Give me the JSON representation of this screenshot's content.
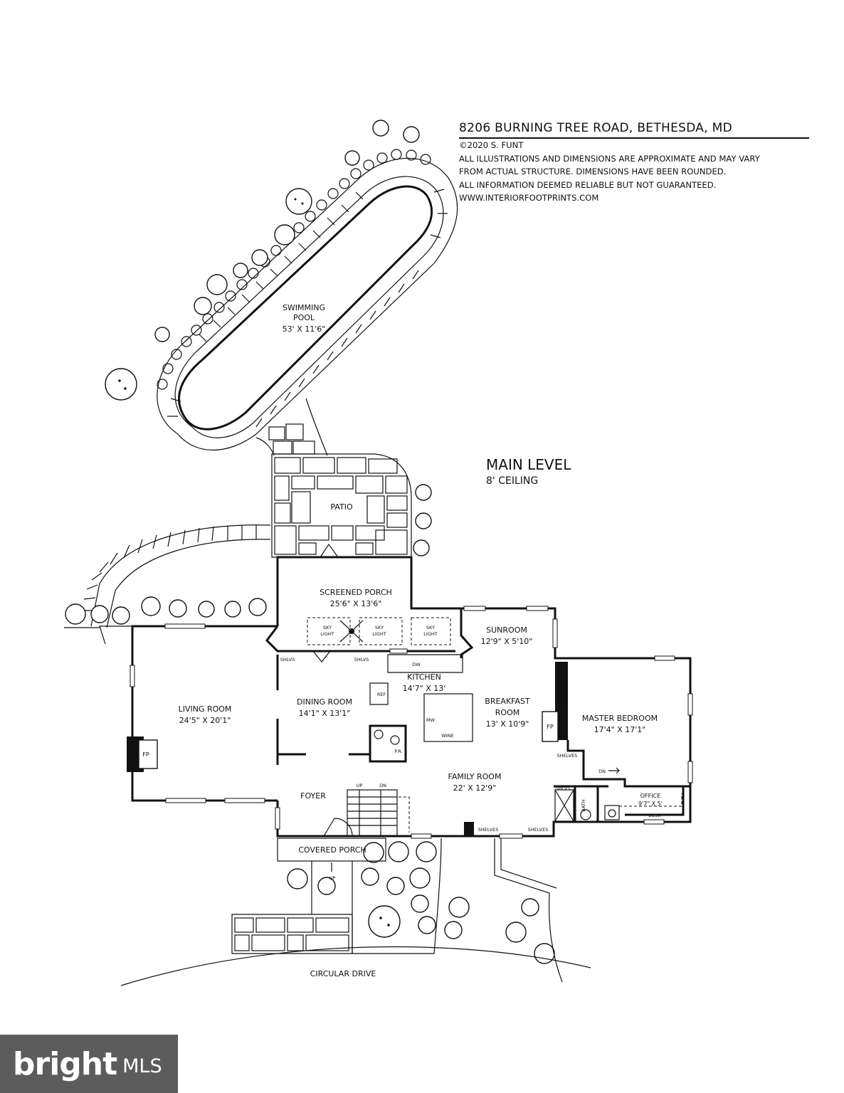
{
  "header": {
    "address": "8206 BURNING TREE ROAD, BETHESDA, MD",
    "lines": [
      "©2020 S. FUNT",
      "ALL ILLUSTRATIONS AND DIMENSIONS ARE APPROXIMATE AND MAY VARY",
      "FROM ACTUAL STRUCTURE. DIMENSIONS HAVE BEEN ROUNDED.",
      "ALL INFORMATION DEEMED RELIABLE BUT NOT GUARANTEED.",
      "WWW.INTERIORFOOTPRINTS.COM"
    ]
  },
  "level": {
    "title": "MAIN LEVEL",
    "ceiling": "8' CEILING"
  },
  "rooms": {
    "pool": {
      "name1": "SWIMMING",
      "name2": "POOL",
      "dims": "53' X 11'6\""
    },
    "patio": {
      "name": "PATIO"
    },
    "screened_porch": {
      "name": "SCREENED PORCH",
      "dims": "25'6\" X 13'6\""
    },
    "sunroom": {
      "name": "SUNROOM",
      "dims": "12'9\" X 5'10\""
    },
    "living_room": {
      "name": "LIVING ROOM",
      "dims": "24'5\" X 20'1\""
    },
    "dining_room": {
      "name": "DINING ROOM",
      "dims": "14'1\" X 13'1\""
    },
    "kitchen": {
      "name": "KITCHEN",
      "dims": "14'7\" X 13'"
    },
    "breakfast_room": {
      "name1": "BREAKFAST",
      "name2": "ROOM",
      "dims": "13' X 10'9\""
    },
    "master_bedroom": {
      "name": "MASTER BEDROOM",
      "dims": "17'4\" X 17'1\""
    },
    "family_room": {
      "name": "FAMILY ROOM",
      "dims": "22' X 12'9\""
    },
    "foyer": {
      "name": "FOYER"
    },
    "office": {
      "name": "OFFICE",
      "dims": "9'7\" X 5'"
    },
    "covered_porch": {
      "name": "COVERED PORCH"
    },
    "circular_drive": {
      "name": "CIRCULAR DRIVE"
    }
  },
  "fixtures": {
    "sky_light_word1": "SKY",
    "sky_light_word2": "LIGHT",
    "shlvs": "SHLVS",
    "shelves": "SHELVES",
    "fp": "FP",
    "ref": "REF",
    "dw": "DW",
    "mw": "MW",
    "wine": "WINE",
    "pr": "P.R.",
    "bath": "BATH",
    "desk": "DESK",
    "up": "UP",
    "dn": "DN"
  },
  "watermark": {
    "brand": "bright",
    "suffix": "MLS"
  }
}
